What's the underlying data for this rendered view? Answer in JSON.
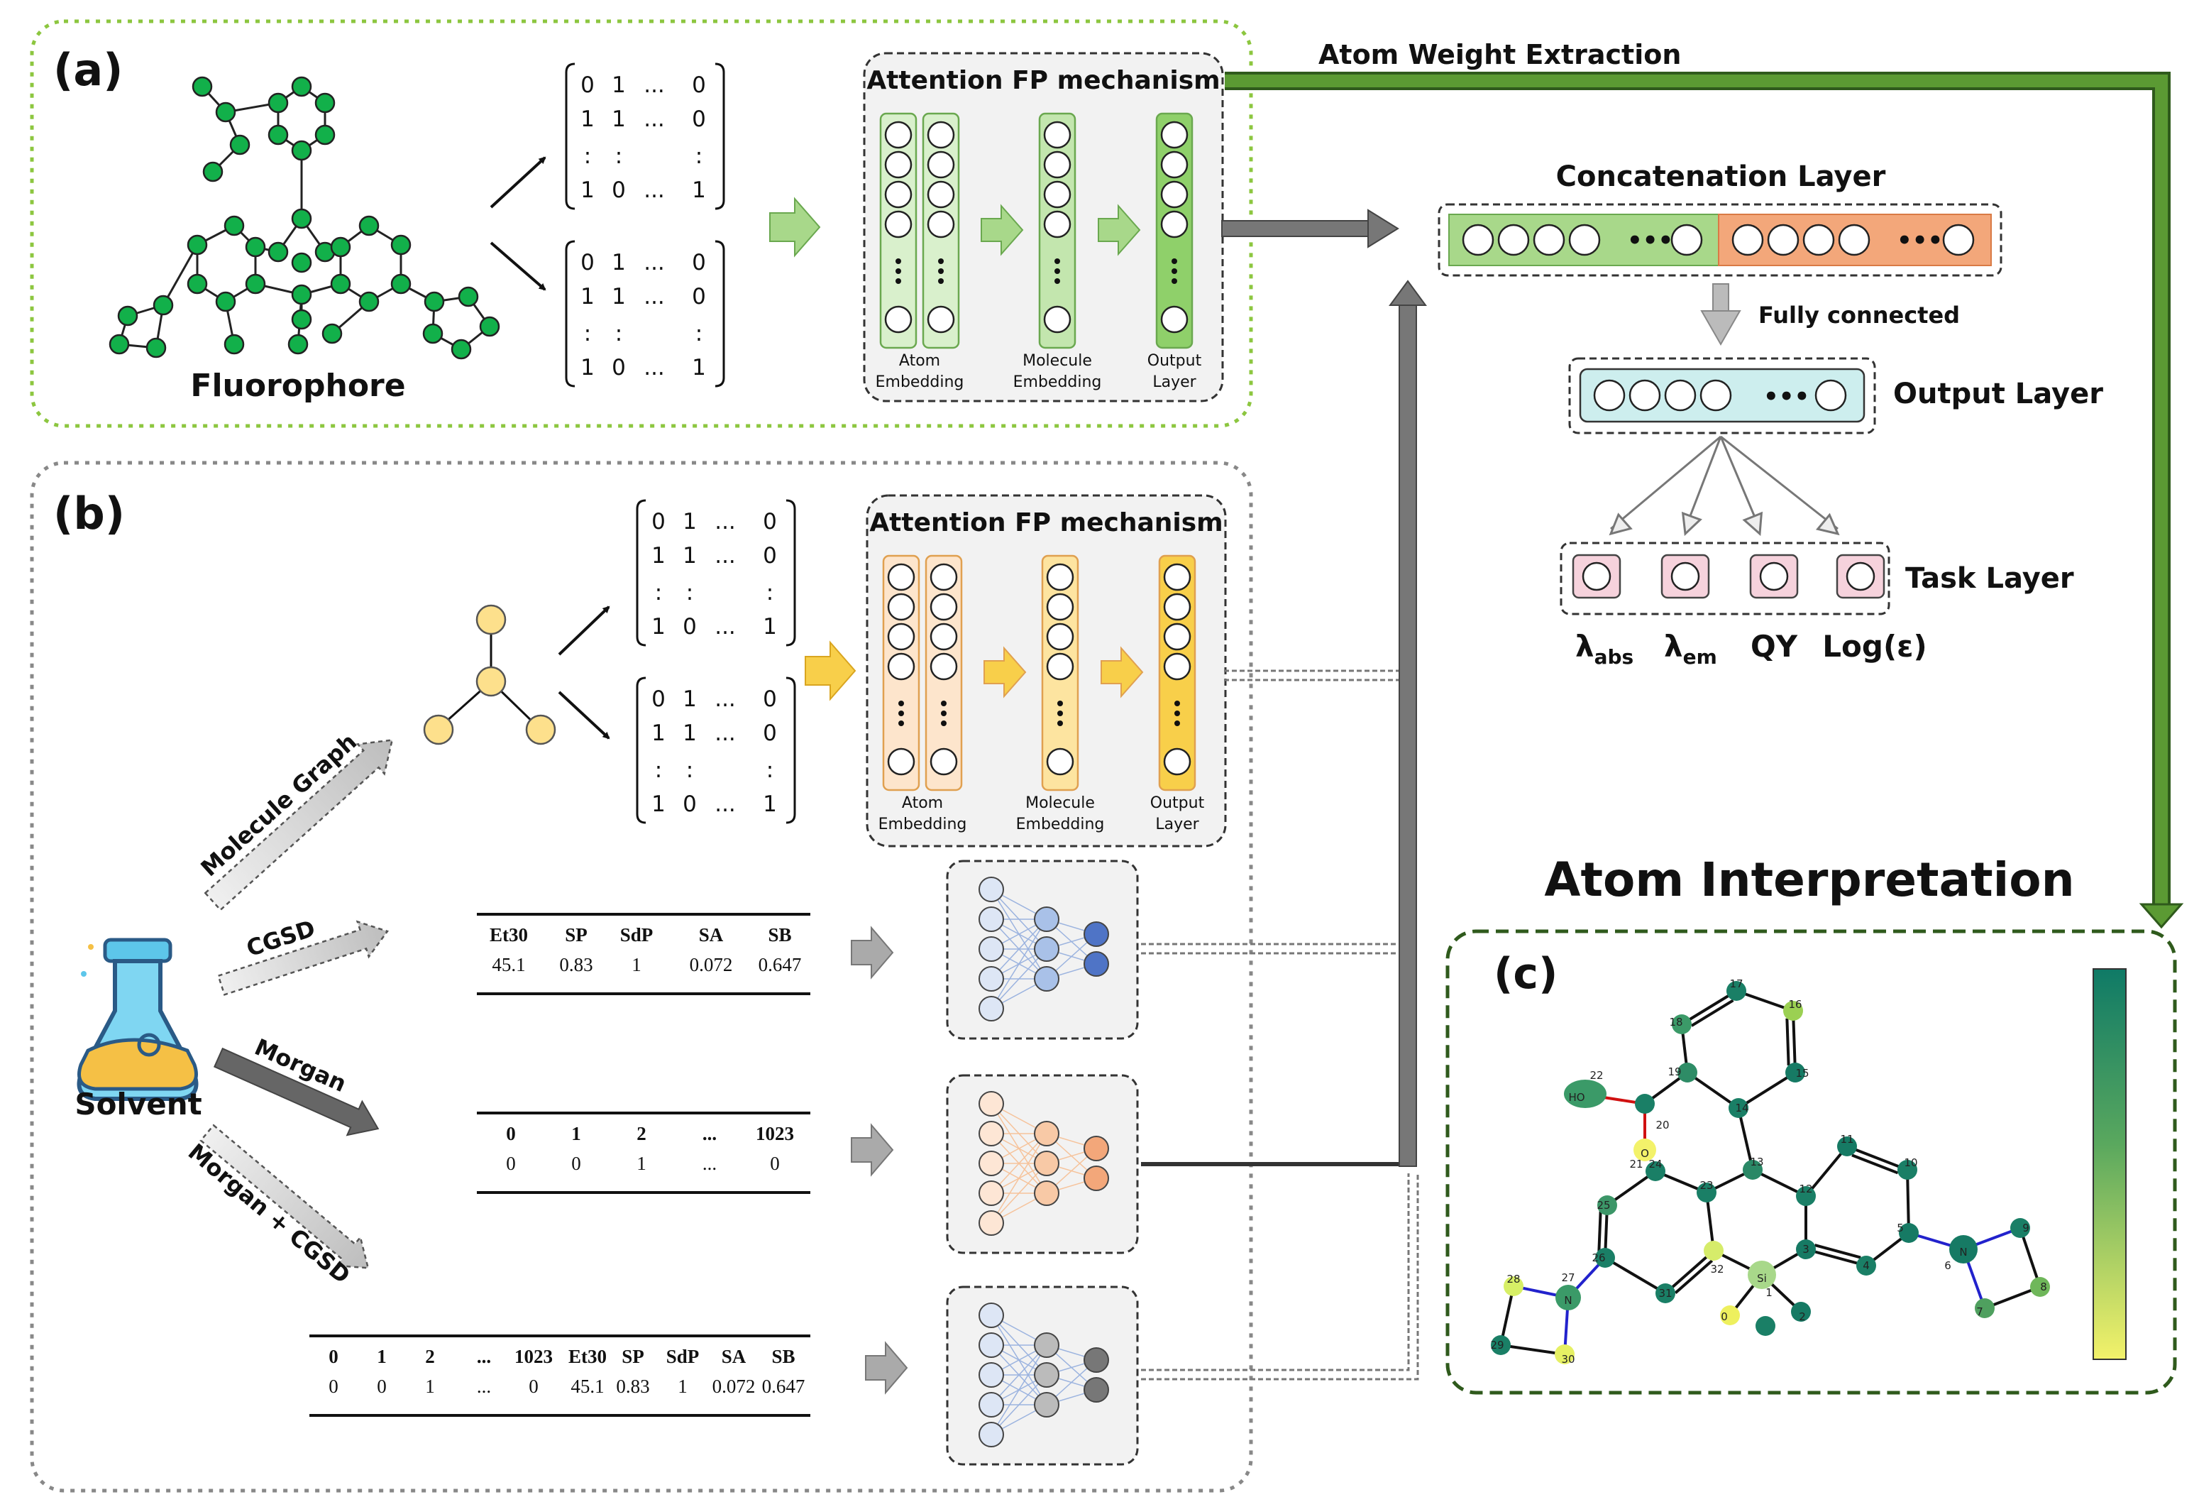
{
  "panels": {
    "a": {
      "label": "(a)",
      "fluorophore_label": "Fluorophore",
      "attention_title": "Attention FP mechanism",
      "col_atom": [
        "Atom",
        "Embedding"
      ],
      "col_mol": [
        "Molecule",
        "Embedding"
      ],
      "col_out": [
        "Output",
        "Layer"
      ]
    },
    "b": {
      "label": "(b)",
      "attention_title": "Attention FP mechanism",
      "solvent_label": "Solvent",
      "col_atom": [
        "Atom",
        "Embedding"
      ],
      "col_mol": [
        "Molecule",
        "Embedding"
      ],
      "col_out": [
        "Output",
        "Layer"
      ],
      "arrow_labels": {
        "graph": "Molecule Graph",
        "cgsd": "CGSD",
        "morgan": "Morgan",
        "morgan_cgsd": "Morgan + CGSD"
      }
    },
    "c": {
      "label": "(c)",
      "title": "Atom Interpretation"
    }
  },
  "matrix": {
    "row1": [
      "0",
      "1",
      "...",
      "0"
    ],
    "row2": [
      "1",
      "1",
      "...",
      "0"
    ],
    "row3": [
      ":",
      ":",
      ":"
    ],
    "row4": [
      "1",
      "0",
      "...",
      "1"
    ]
  },
  "atom_weight_extraction": "Atom Weight Extraction",
  "concatenation_layer": "Concatenation Layer",
  "fully_connected": "Fully connected",
  "output_layer": "Output Layer",
  "task_layer": "Task Layer",
  "tasks": [
    "λ",
    "λ",
    "QY",
    "Log(ε)"
  ],
  "task_subs": [
    "abs",
    "em",
    "",
    ""
  ],
  "dots": "•••",
  "tables": {
    "cgsd": {
      "headers": [
        "Et30",
        "SP",
        "SdP",
        "SA",
        "SB"
      ],
      "values": [
        "45.1",
        "0.83",
        "1",
        "0.072",
        "0.647"
      ]
    },
    "morgan": {
      "headers": [
        "0",
        "1",
        "2",
        "...",
        "1023"
      ],
      "values": [
        "0",
        "0",
        "1",
        "...",
        "0"
      ]
    },
    "combined": {
      "headers": [
        "0",
        "1",
        "2",
        "...",
        "1023",
        "Et30",
        "SP",
        "SdP",
        "SA",
        "SB"
      ],
      "values": [
        "0",
        "0",
        "1",
        "...",
        "0",
        "45.1",
        "0.83",
        "1",
        "0.072",
        "0.647"
      ]
    }
  },
  "molecule_c": {
    "atom_labels": [
      "22",
      "HO",
      "20",
      "O",
      "19",
      "18",
      "17",
      "16",
      "15",
      "14",
      "13",
      "12",
      "11",
      "10",
      "9",
      "5",
      "N",
      "6",
      "4",
      "3",
      "8",
      "7",
      "21",
      "24",
      "23",
      "25",
      "26",
      "27",
      "N",
      "28",
      "29",
      "30",
      "31",
      "32",
      "Si",
      "1",
      "2",
      "0"
    ]
  },
  "colors": {
    "green_dark": "#4c8a2a",
    "green_light": "#a8d88a",
    "orange": "#f3a77a",
    "yellow": "#f8cf4a",
    "cyan": "#cdeeee",
    "pink": "#f6d2dc",
    "teal": "#127a64"
  }
}
